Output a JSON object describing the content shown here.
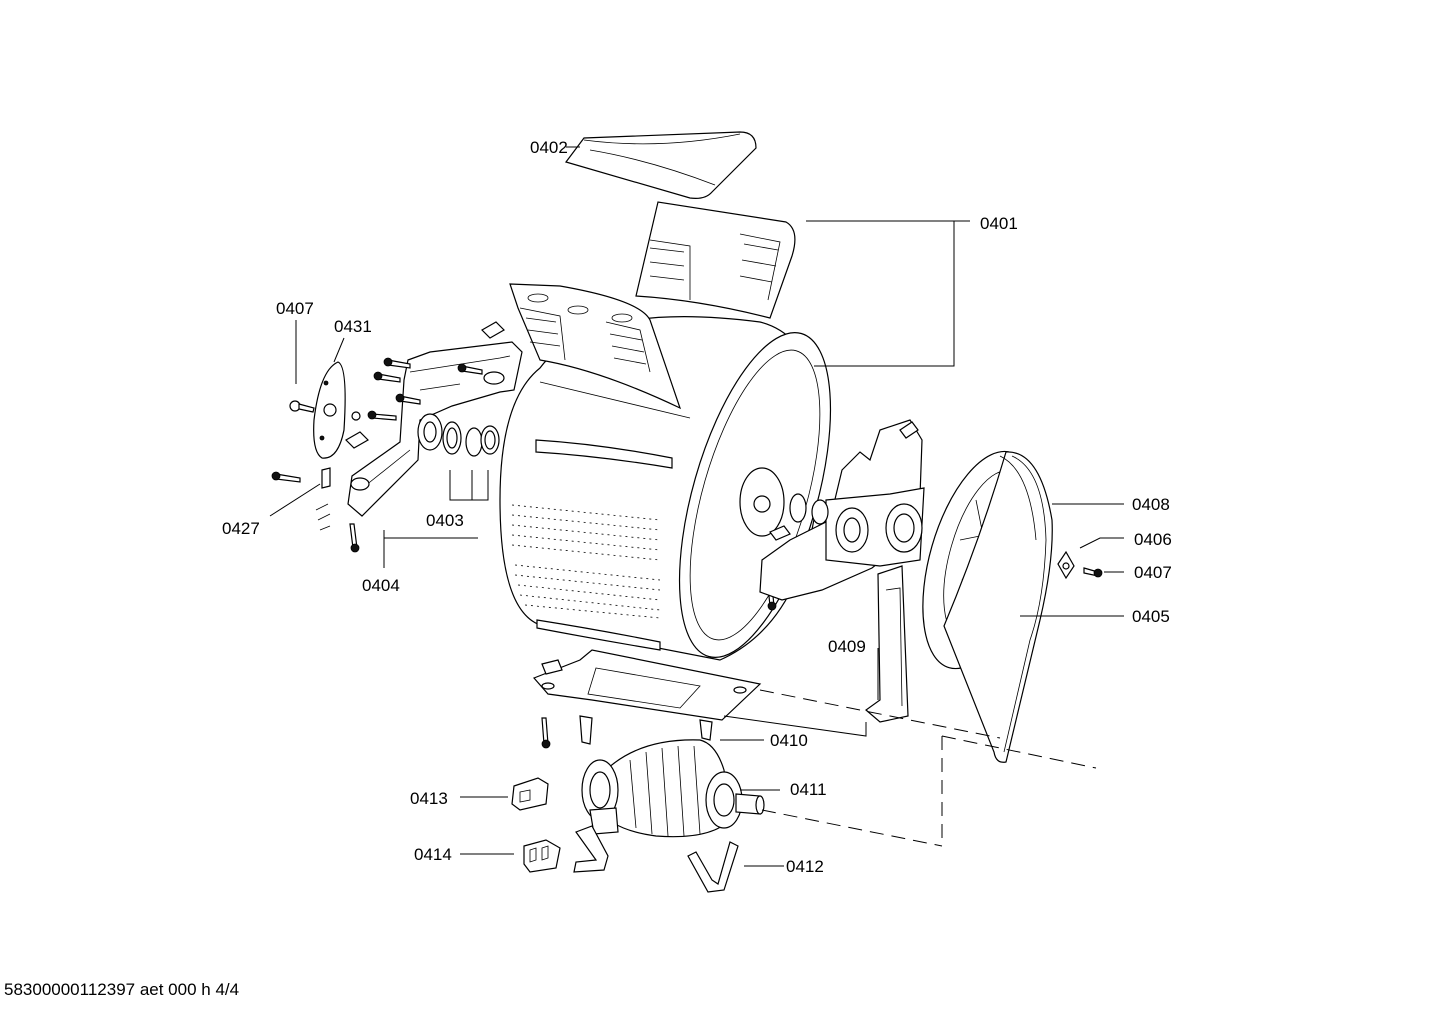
{
  "labels": {
    "l0401": "0401",
    "l0402": "0402",
    "l0403": "0403",
    "l0404": "0404",
    "l0405": "0405",
    "l0406": "0406",
    "l0407a": "0407",
    "l0407b": "0407",
    "l0408": "0408",
    "l0409": "0409",
    "l0410": "0410",
    "l0411": "0411",
    "l0412": "0412",
    "l0413": "0413",
    "l0414": "0414",
    "l0427": "0427",
    "l0431": "0431"
  },
  "footer": {
    "document_id": "58300000112397 aet 000 h 4/4"
  }
}
